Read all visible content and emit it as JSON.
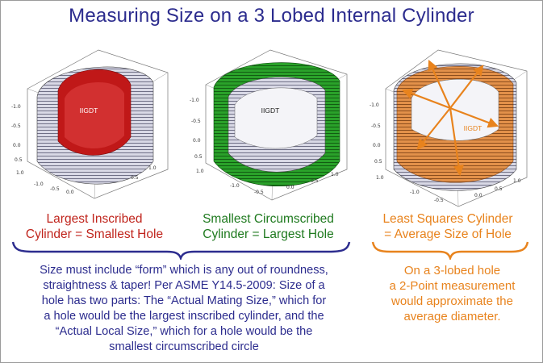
{
  "title": "Measuring Size on a 3 Lobed Internal Cylinder",
  "figures": [
    {
      "inner_label": "IIGDT",
      "band_color": "#c01818",
      "ticks": [
        "-1.0",
        "-0.5",
        "0.0",
        "0.5",
        "1.0",
        "-1.0",
        "-0.5",
        "0.0",
        "0.5",
        "1.0"
      ]
    },
    {
      "inner_label": "IIGDT",
      "band_color": "#1c8a1c",
      "ticks": [
        "-1.0",
        "-0.5",
        "0.0",
        "0.5",
        "1.0",
        "-1.0",
        "-0.5",
        "0.0",
        "0.5",
        "1.0"
      ]
    },
    {
      "inner_label": "IIGDT",
      "band_color": "#e8831d",
      "ticks": [
        "-1.0",
        "-0.5",
        "0.0",
        "0.5",
        "1.0",
        "-1.0",
        "-0.5",
        "0.0",
        "0.5",
        "1.0"
      ]
    }
  ],
  "labels": {
    "inscribed_line1": "Largest Inscribed",
    "inscribed_line2": "Cylinder = Smallest Hole",
    "circumscribed_line1": "Smallest Circumscribed",
    "circumscribed_line2": "Cylinder = Largest Hole",
    "least_squares_line1": "Least Squares Cylinder",
    "least_squares_line2": "= Average Size of Hole"
  },
  "paragraph_blue": [
    "Size must include “form” which is any out of roundness,",
    "straightness & taper! Per ASME Y14.5-2009: Size of a",
    "hole has two parts: The “Actual Mating Size,” which for",
    "a hole would be the largest inscribed cylinder, and the",
    "“Actual Local Size,” which for a hole would be the",
    "smallest circumscribed circle"
  ],
  "paragraph_orange": [
    "On a 3-lobed hole",
    "a 2-Point measurement",
    "would approximate the",
    "average diameter."
  ]
}
